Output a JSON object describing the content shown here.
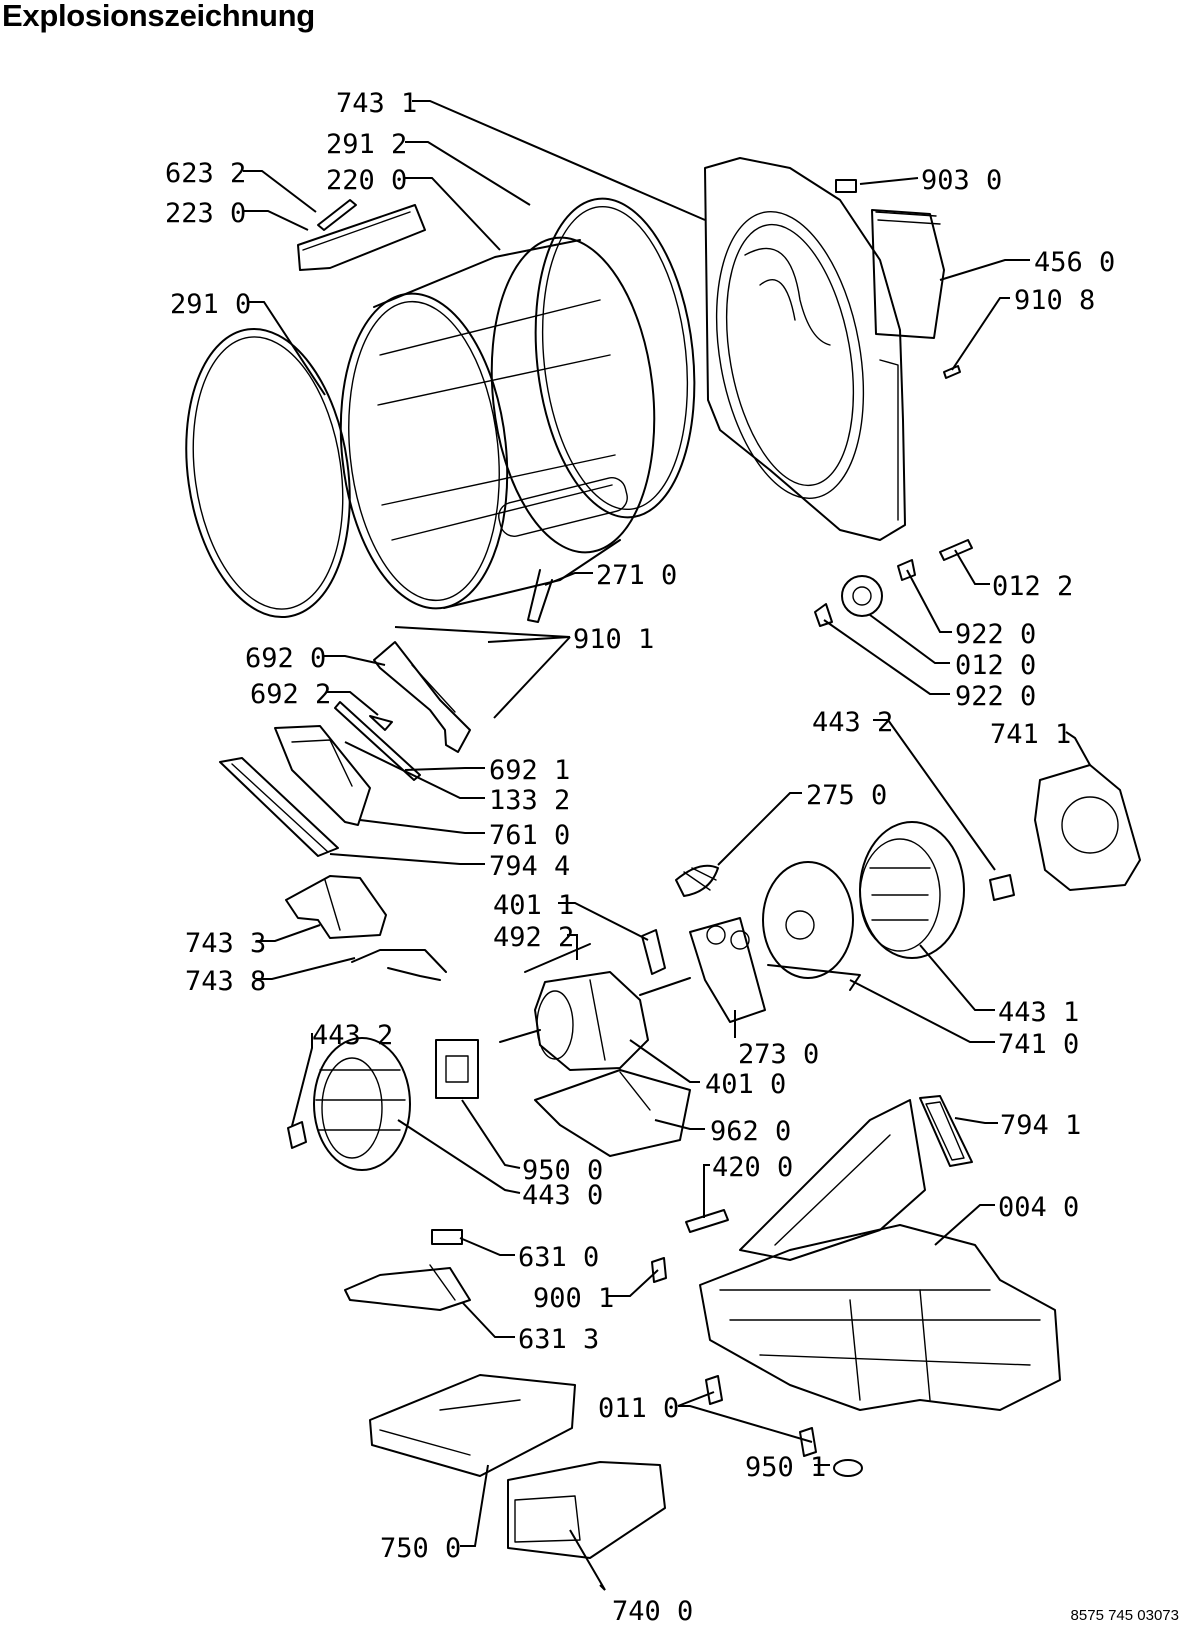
{
  "title": "Explosionszeichnung",
  "document_number": "8575 745 03073",
  "callouts": [
    "743 1",
    "291 2",
    "220 0",
    "623 2",
    "223 0",
    "291 0",
    "903 0",
    "456 0",
    "910 8",
    "271 0",
    "012 2",
    "922 0",
    "012 0",
    "922 0",
    "910 1",
    "692 0",
    "692 2",
    "692 1",
    "133 2",
    "761 0",
    "794 4",
    "443 2",
    "741 1",
    "275 0",
    "401 1",
    "492 2",
    "743 3",
    "743 8",
    "443 1",
    "741 0",
    "273 0",
    "401 0",
    "443 2",
    "962 0",
    "794 1",
    "950 0",
    "420 0",
    "443 0",
    "004 0",
    "631 0",
    "900 1",
    "631 3",
    "011 0",
    "950 1",
    "750 0",
    "740 0"
  ]
}
